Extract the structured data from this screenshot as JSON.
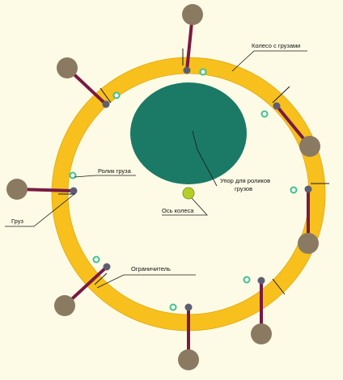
{
  "labels": {
    "wheel": "Колесо с грузами",
    "roller": "Ролик груза",
    "stop_line1": "Упор для роликов",
    "stop_line2": "грузов",
    "weight": "Груз",
    "axis": "Ось колеса",
    "limiter": "Ограничитель"
  },
  "colors": {
    "rim": "#f7c01c",
    "rim_edge": "#e0a810",
    "background": "#fdfbe6",
    "stop": "#1a7a66",
    "axis": "#b4cf2a",
    "arm": "#7a1a44",
    "weight": "#8a7a62",
    "pivot": "#5e5e72",
    "roller": "#3ec28c"
  }
}
